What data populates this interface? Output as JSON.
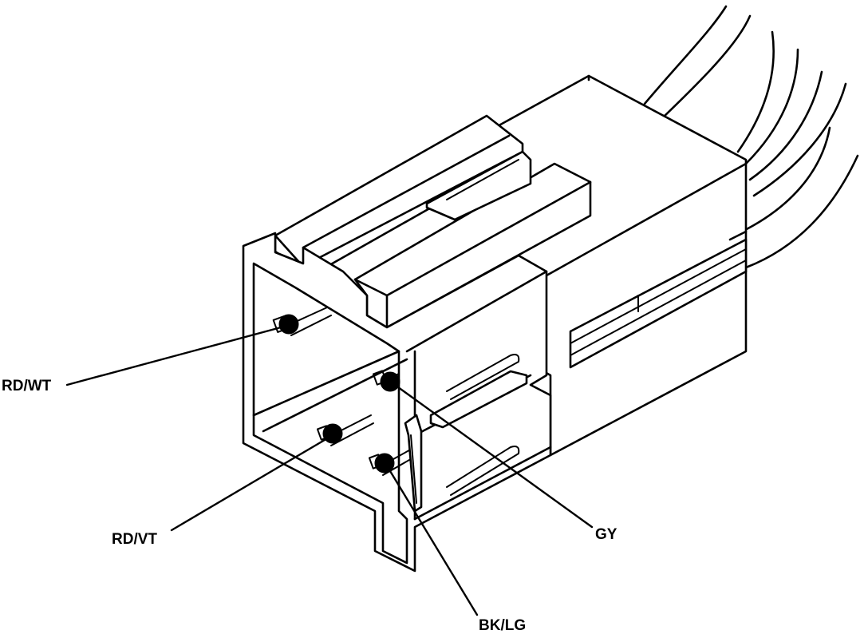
{
  "labels": {
    "rd_wt": "RD/WT",
    "rd_vt": "RD/VT",
    "gy": "GY",
    "bk_lg": "BK/LG"
  },
  "colors": {
    "line": "#000000",
    "background": "#ffffff"
  }
}
